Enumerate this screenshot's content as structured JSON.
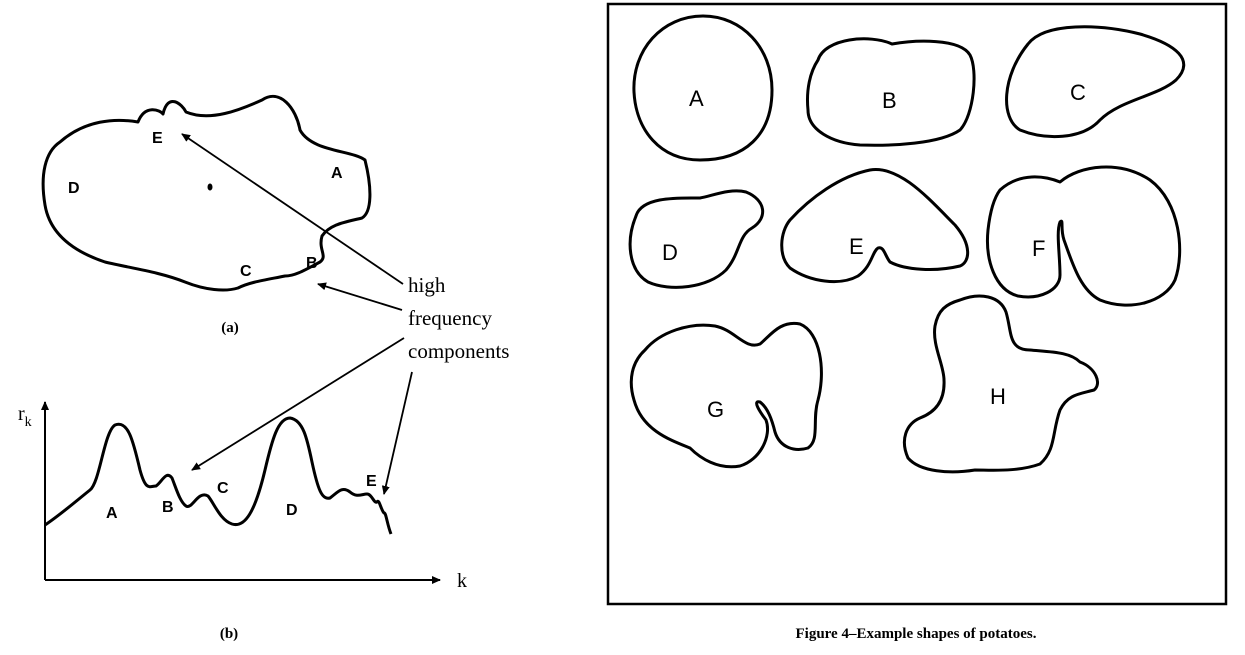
{
  "left_figure": {
    "panel_a": {
      "region_labels": [
        "A",
        "B",
        "C",
        "D",
        "E"
      ],
      "caption": "(a)"
    },
    "annotation": [
      "high",
      "frequency",
      "components"
    ],
    "panel_b": {
      "axis_y": "r",
      "axis_y_sub": "k",
      "axis_x": "k",
      "peak_labels": [
        "A",
        "B",
        "C",
        "D",
        "E"
      ],
      "caption": "(b)"
    }
  },
  "right_figure": {
    "shape_labels": [
      "A",
      "B",
      "C",
      "D",
      "E",
      "F",
      "G",
      "H"
    ],
    "caption": "Figure 4–Example shapes of potatoes."
  }
}
